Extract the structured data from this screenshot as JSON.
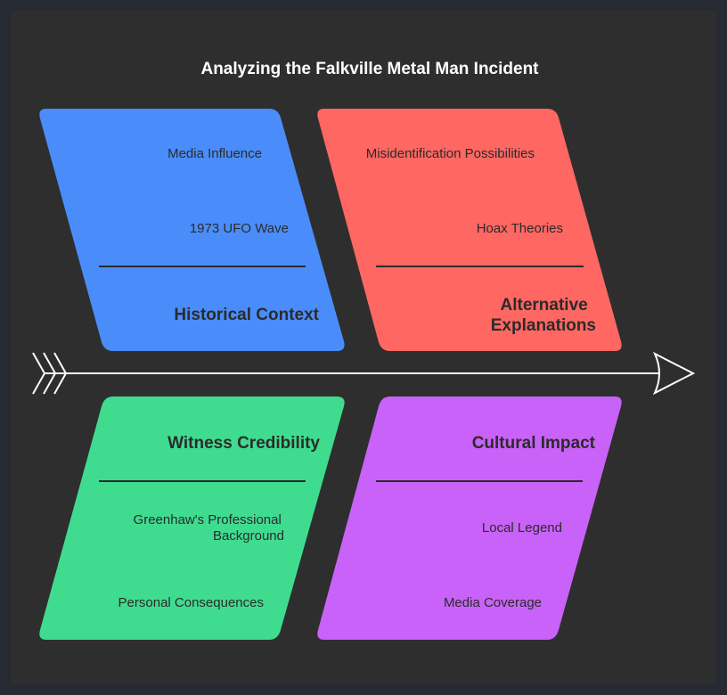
{
  "title": "Analyzing the Falkville Metal Man Incident",
  "colors": {
    "background": "#262a33",
    "panel": "#2e2e2e",
    "spine": "#ffffff",
    "historical": "#4a8dfa",
    "alternative": "#fe6762",
    "witness": "#3fdc90",
    "cultural": "#c962f8"
  },
  "categories": {
    "historical": {
      "label": "Historical Context",
      "causes": [
        "Media Influence",
        "1973 UFO Wave"
      ]
    },
    "alternative": {
      "label_lines": [
        "Alternative",
        "Explanations"
      ],
      "causes": [
        "Misidentification Possibilities",
        "Hoax Theories"
      ]
    },
    "witness": {
      "label": "Witness Credibility",
      "causes": [
        [
          "Greenhaw's Professional",
          "Background"
        ],
        "Personal Consequences"
      ]
    },
    "cultural": {
      "label": "Cultural Impact",
      "causes": [
        "Local Legend",
        "Media Coverage"
      ]
    }
  }
}
